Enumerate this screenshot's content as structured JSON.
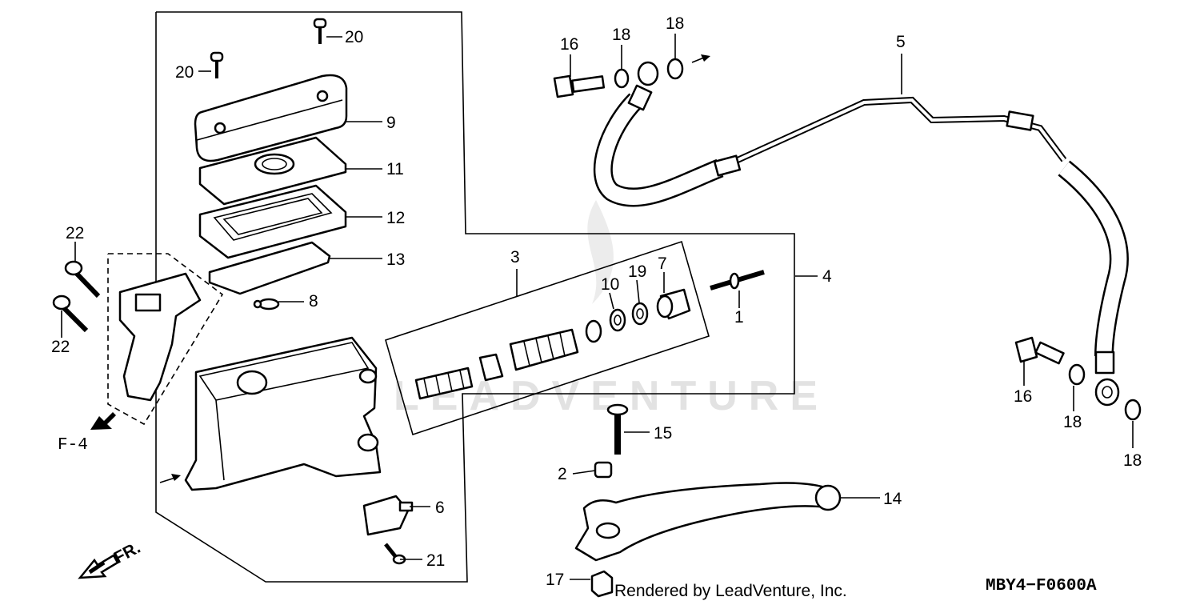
{
  "callouts": {
    "c1": "1",
    "c2": "2",
    "c3": "3",
    "c4": "4",
    "c5": "5",
    "c6": "6",
    "c7": "7",
    "c8": "8",
    "c9": "9",
    "c10": "10",
    "c11": "11",
    "c12": "12",
    "c13": "13",
    "c14": "14",
    "c15": "15",
    "c16a": "16",
    "c16b": "16",
    "c17": "17",
    "c18a": "18",
    "c18b": "18",
    "c18c": "18",
    "c18d": "18",
    "c19": "19",
    "c20a": "20",
    "c20b": "20",
    "c21": "21",
    "c22a": "22",
    "c22b": "22"
  },
  "reference_label": "F-4",
  "front_label": "FR.",
  "diagram_code": "MBY4−F0600A",
  "footer_credit": "Rendered by LeadVenture, Inc.",
  "watermark_text": "LEADVENTURE"
}
